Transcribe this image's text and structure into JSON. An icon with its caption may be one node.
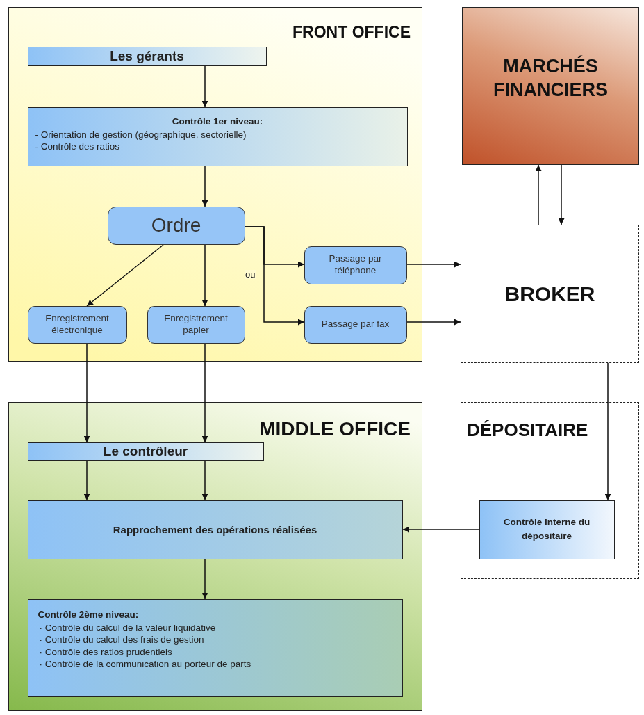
{
  "diagram": {
    "nodes": [
      {
        "text": [
          "FRONT OFFICE"
        ]
      },
      {
        "text": [
          "Les gérants"
        ],
        "in": 0
      },
      {
        "text": [
          "Contrôle 1er niveau:",
          "- Orientation de gestion (géographique, sectorielle)",
          "- Contrôle des ratios"
        ],
        "in": 0
      },
      {
        "text": [
          "Ordre"
        ],
        "in": 0
      },
      {
        "text": [
          "Enregistrement électronique"
        ],
        "in": 0
      },
      {
        "text": [
          "Enregistrement papier"
        ],
        "in": 0
      },
      {
        "text": [
          "Passage par téléphone"
        ],
        "in": 0
      },
      {
        "text": [
          "Passage par fax"
        ],
        "in": 0
      },
      {
        "text": [
          "MARCHÉS FINANCIERS"
        ]
      },
      {
        "text": [
          "BROKER"
        ]
      },
      {
        "text": [
          "MIDDLE OFFICE"
        ]
      },
      {
        "text": [
          "Le contrôleur"
        ],
        "in": 10
      },
      {
        "text": [
          "Rapprochement des opérations réalisées"
        ],
        "in": 10
      },
      {
        "text": [
          "Contrôle 2ème niveau:",
          "· Contrôle du calcul de la valeur liquidative",
          "· Contrôle du calcul des frais de gestion",
          "· Contrôle des ratios prudentiels",
          "· Contrôle de la communication au porteur de parts"
        ],
        "in": 10
      },
      {
        "text": [
          "DÉPOSITAIRE"
        ]
      },
      {
        "text": [
          "Contrôle interne du dépositaire"
        ],
        "in": 14
      }
    ],
    "edges": [
      {
        "from": 1,
        "to": 2,
        "arrow": "to"
      },
      {
        "from": 2,
        "to": 3,
        "arrow": "to"
      },
      {
        "from": 3,
        "to": 4,
        "arrow": "to"
      },
      {
        "from": 3,
        "to": 5,
        "arrow": "to"
      },
      {
        "from": 3,
        "to": 6,
        "arrow": "to",
        "label": "ou"
      },
      {
        "from": 3,
        "to": 7,
        "arrow": "to"
      },
      {
        "from": 6,
        "to": 9,
        "arrow": "to"
      },
      {
        "from": 7,
        "to": 9,
        "arrow": "to"
      },
      {
        "from": 9,
        "to": 8,
        "arrow": "to"
      },
      {
        "from": 8,
        "to": 9,
        "arrow": "to"
      },
      {
        "from": 4,
        "to": 11,
        "arrow": "to"
      },
      {
        "from": 5,
        "to": 11,
        "arrow": "to"
      },
      {
        "from": 11,
        "to": 12,
        "arrow": "to"
      },
      {
        "from": 11,
        "to": 12,
        "arrow": "to"
      },
      {
        "from": 12,
        "to": 13,
        "arrow": "to"
      },
      {
        "from": 9,
        "to": 15,
        "arrow": "to"
      },
      {
        "from": 15,
        "to": 12,
        "arrow": "to"
      }
    ]
  }
}
